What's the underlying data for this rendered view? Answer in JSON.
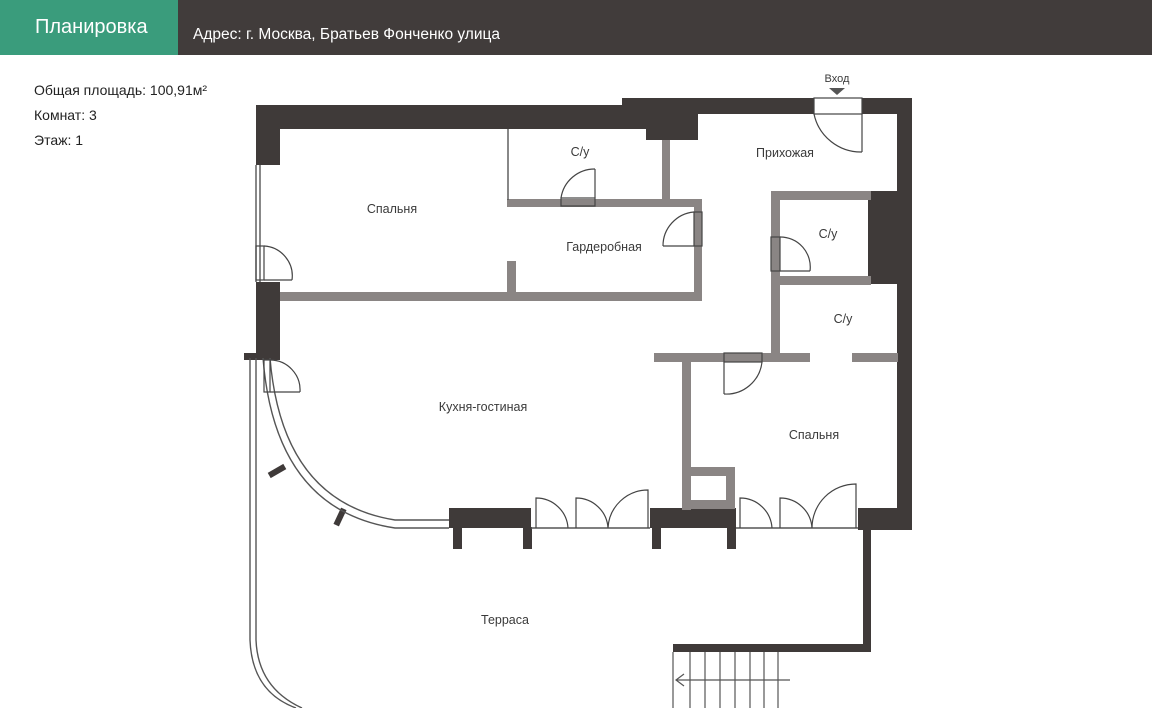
{
  "header": {
    "title": "Планировка",
    "address": "Адрес: г. Москва,  Братьев Фонченко улица"
  },
  "info": {
    "area": "Общая площадь: 100,91м²",
    "rooms": "Комнат: 3",
    "floor": "Этаж: 1"
  },
  "plan": {
    "labels": {
      "bedroom_1": "Спальня",
      "wc_1": "С/у",
      "wardrobe": "Гардеробная",
      "hallway": "Прихожая",
      "wc_2": "С/у",
      "wc_3": "С/у",
      "living_kitchen": "Кухня-гостиная",
      "bedroom_2": "Спальня",
      "terrace": "Терраса",
      "entrance": "Вход"
    },
    "colors": {
      "outer_wall": "#3f3a39",
      "inner_wall": "#8a8584",
      "accent": "#3a9c7c"
    }
  }
}
